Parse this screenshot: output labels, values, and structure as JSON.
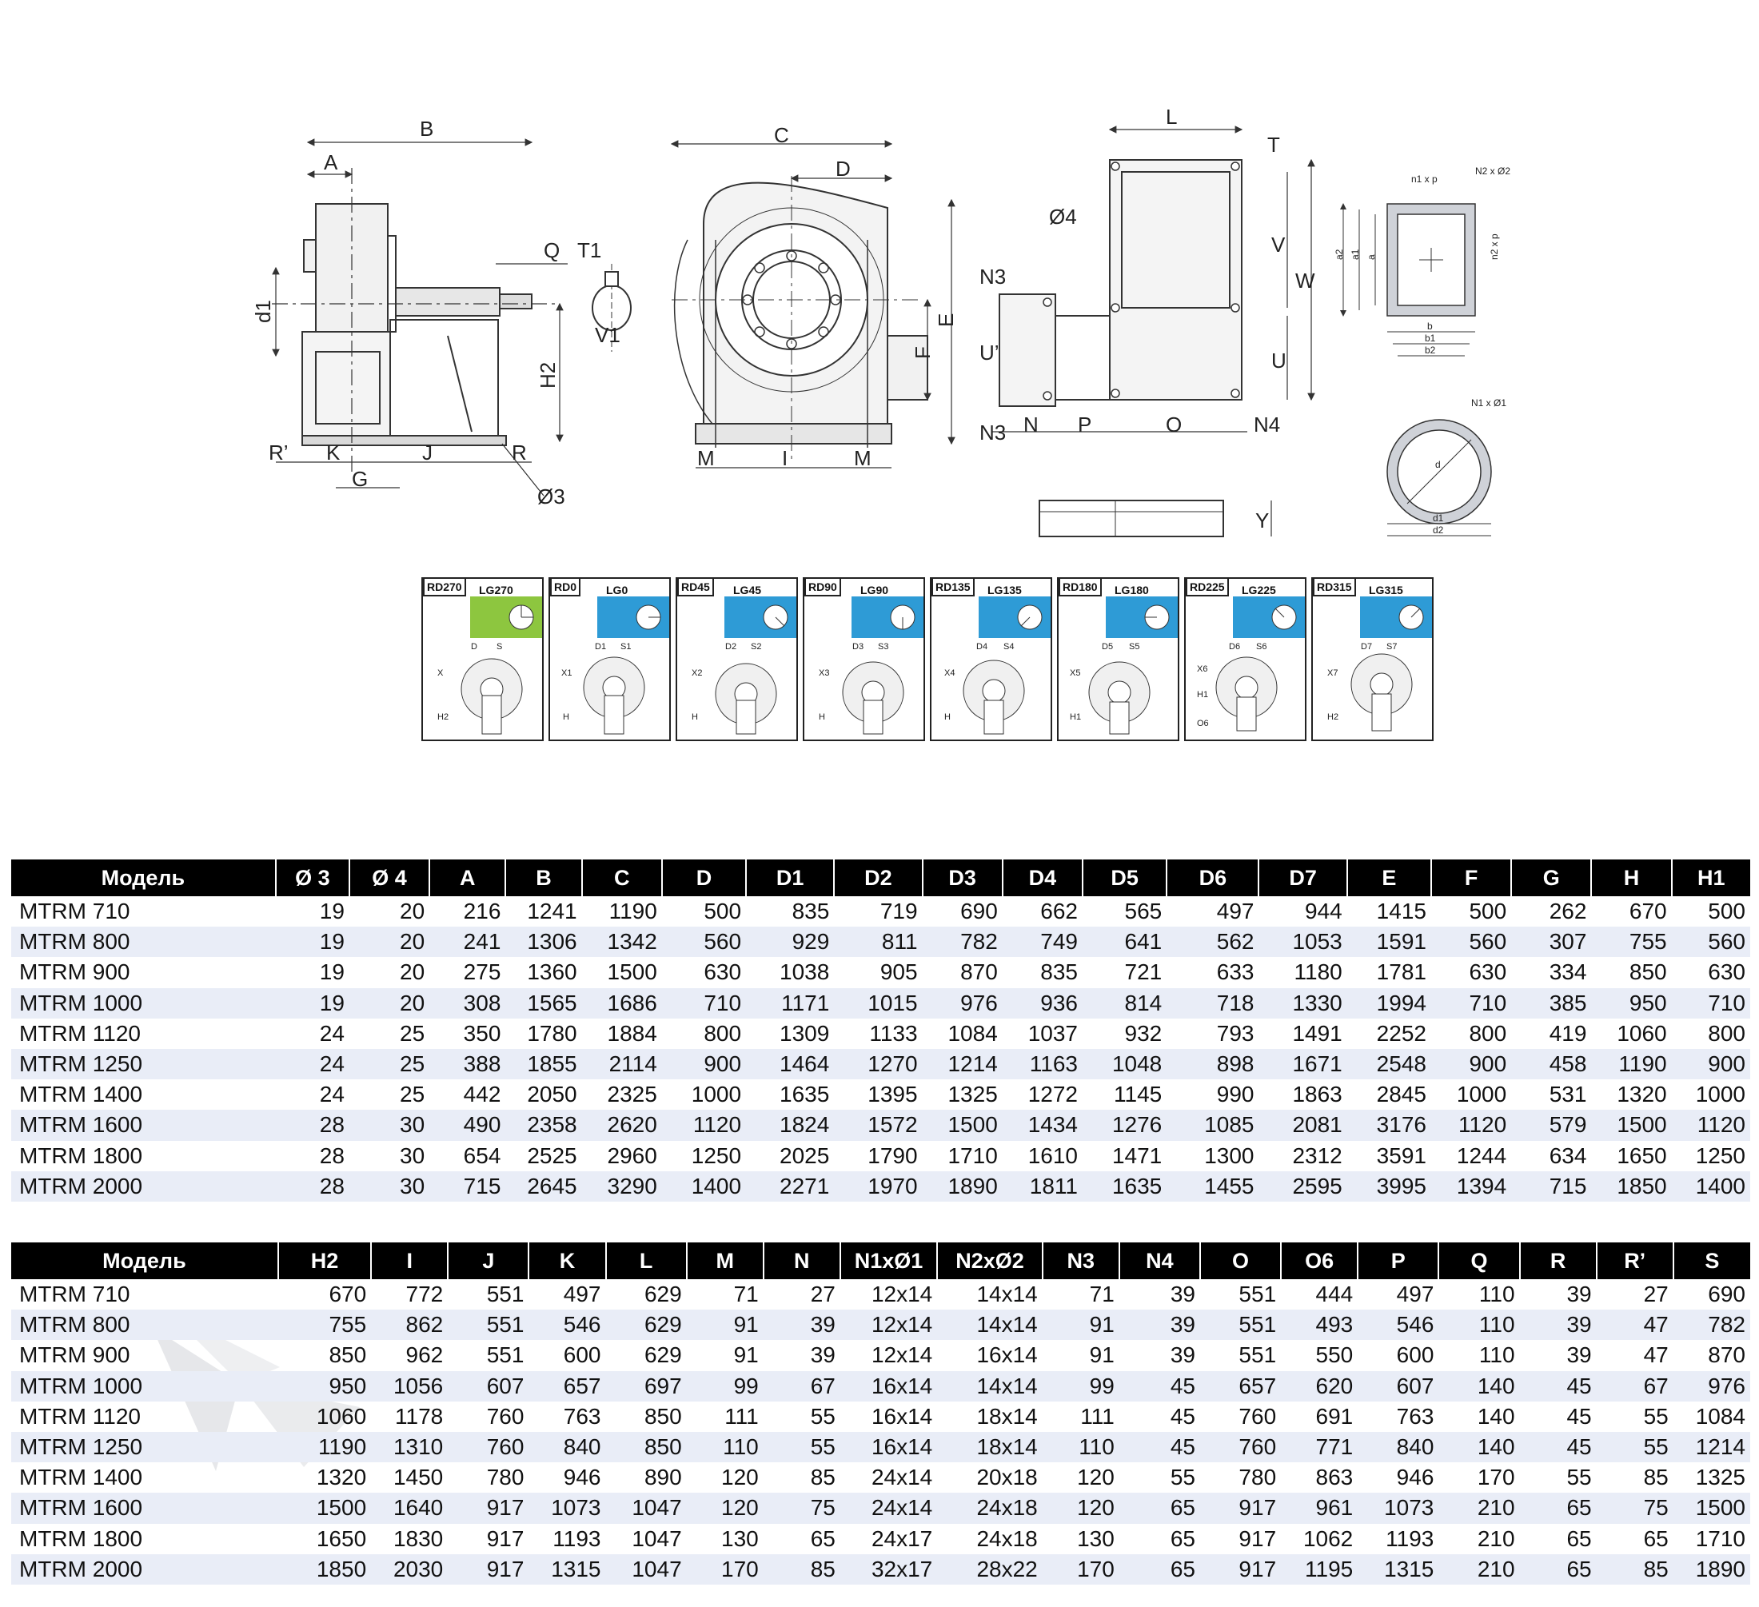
{
  "drawing_labels": {
    "side_view": [
      "B",
      "A",
      "Q",
      "T1",
      "d1",
      "H2",
      "V1",
      "R’",
      "K",
      "J",
      "R",
      "G",
      "Ø3"
    ],
    "front_view": [
      "C",
      "D",
      "E",
      "F",
      "M",
      "I",
      "M"
    ],
    "outlet_view": [
      "L",
      "T",
      "Ø4",
      "V",
      "W",
      "U",
      "N3",
      "U’",
      "N3",
      "N",
      "P",
      "O",
      "N4",
      "Y"
    ],
    "outlet_flange": [
      "n1 x p",
      "N2 x Ø2",
      "a2",
      "a1",
      "a",
      "n2 x p",
      "b",
      "b1",
      "b2"
    ],
    "inlet_flange": [
      "N1 x Ø1",
      "d",
      "d1",
      "d2"
    ]
  },
  "rotations": [
    {
      "rd": "RD270",
      "lg": "LG270",
      "band_color": "#8dc63f",
      "dims": [
        "D",
        "S",
        "X",
        "H2"
      ]
    },
    {
      "rd": "RD0",
      "lg": "LG0",
      "band_color": "#2e9bd6",
      "dims": [
        "D1",
        "S1",
        "X1",
        "H"
      ]
    },
    {
      "rd": "RD45",
      "lg": "LG45",
      "band_color": "#2e9bd6",
      "dims": [
        "D2",
        "S2",
        "X2",
        "H"
      ]
    },
    {
      "rd": "RD90",
      "lg": "LG90",
      "band_color": "#2e9bd6",
      "dims": [
        "D3",
        "S3",
        "X3",
        "H"
      ]
    },
    {
      "rd": "RD135",
      "lg": "LG135",
      "band_color": "#2e9bd6",
      "dims": [
        "D4",
        "S4",
        "X4",
        "H"
      ]
    },
    {
      "rd": "RD180",
      "lg": "LG180",
      "band_color": "#2e9bd6",
      "dims": [
        "D5",
        "S5",
        "X5",
        "H1"
      ]
    },
    {
      "rd": "RD225",
      "lg": "LG225",
      "band_color": "#2e9bd6",
      "dims": [
        "D6",
        "S6",
        "X6",
        "H1",
        "O6"
      ]
    },
    {
      "rd": "RD315",
      "lg": "LG315",
      "band_color": "#2e9bd6",
      "dims": [
        "D7",
        "S7",
        "X7",
        "H2"
      ]
    }
  ],
  "table1": {
    "headers": [
      "Модель",
      "Ø 3",
      "Ø 4",
      "A",
      "B",
      "C",
      "D",
      "D1",
      "D2",
      "D3",
      "D4",
      "D5",
      "D6",
      "D7",
      "E",
      "F",
      "G",
      "H",
      "H1"
    ],
    "rows": [
      [
        "MTRM 710",
        "19",
        "20",
        "216",
        "1241",
        "1190",
        "500",
        "835",
        "719",
        "690",
        "662",
        "565",
        "497",
        "944",
        "1415",
        "500",
        "262",
        "670",
        "500"
      ],
      [
        "MTRM 800",
        "19",
        "20",
        "241",
        "1306",
        "1342",
        "560",
        "929",
        "811",
        "782",
        "749",
        "641",
        "562",
        "1053",
        "1591",
        "560",
        "307",
        "755",
        "560"
      ],
      [
        "MTRM 900",
        "19",
        "20",
        "275",
        "1360",
        "1500",
        "630",
        "1038",
        "905",
        "870",
        "835",
        "721",
        "633",
        "1180",
        "1781",
        "630",
        "334",
        "850",
        "630"
      ],
      [
        "MTRM 1000",
        "19",
        "20",
        "308",
        "1565",
        "1686",
        "710",
        "1171",
        "1015",
        "976",
        "936",
        "814",
        "718",
        "1330",
        "1994",
        "710",
        "385",
        "950",
        "710"
      ],
      [
        "MTRM 1120",
        "24",
        "25",
        "350",
        "1780",
        "1884",
        "800",
        "1309",
        "1133",
        "1084",
        "1037",
        "932",
        "793",
        "1491",
        "2252",
        "800",
        "419",
        "1060",
        "800"
      ],
      [
        "MTRM 1250",
        "24",
        "25",
        "388",
        "1855",
        "2114",
        "900",
        "1464",
        "1270",
        "1214",
        "1163",
        "1048",
        "898",
        "1671",
        "2548",
        "900",
        "458",
        "1190",
        "900"
      ],
      [
        "MTRM 1400",
        "24",
        "25",
        "442",
        "2050",
        "2325",
        "1000",
        "1635",
        "1395",
        "1325",
        "1272",
        "1145",
        "990",
        "1863",
        "2845",
        "1000",
        "531",
        "1320",
        "1000"
      ],
      [
        "MTRM 1600",
        "28",
        "30",
        "490",
        "2358",
        "2620",
        "1120",
        "1824",
        "1572",
        "1500",
        "1434",
        "1276",
        "1085",
        "2081",
        "3176",
        "1120",
        "579",
        "1500",
        "1120"
      ],
      [
        "MTRM 1800",
        "28",
        "30",
        "654",
        "2525",
        "2960",
        "1250",
        "2025",
        "1790",
        "1710",
        "1610",
        "1471",
        "1300",
        "2312",
        "3591",
        "1244",
        "634",
        "1650",
        "1250"
      ],
      [
        "MTRM 2000",
        "28",
        "30",
        "715",
        "2645",
        "3290",
        "1400",
        "2271",
        "1970",
        "1890",
        "1811",
        "1635",
        "1455",
        "2595",
        "3995",
        "1394",
        "715",
        "1850",
        "1400"
      ]
    ]
  },
  "table2": {
    "headers": [
      "Модель",
      "H2",
      "I",
      "J",
      "K",
      "L",
      "M",
      "N",
      "N1xØ1",
      "N2xØ2",
      "N3",
      "N4",
      "O",
      "O6",
      "P",
      "Q",
      "R",
      "R’",
      "S"
    ],
    "rows": [
      [
        "MTRM 710",
        "670",
        "772",
        "551",
        "497",
        "629",
        "71",
        "27",
        "12x14",
        "14x14",
        "71",
        "39",
        "551",
        "444",
        "497",
        "110",
        "39",
        "27",
        "690"
      ],
      [
        "MTRM 800",
        "755",
        "862",
        "551",
        "546",
        "629",
        "91",
        "39",
        "12x14",
        "14x14",
        "91",
        "39",
        "551",
        "493",
        "546",
        "110",
        "39",
        "47",
        "782"
      ],
      [
        "MTRM 900",
        "850",
        "962",
        "551",
        "600",
        "629",
        "91",
        "39",
        "12x14",
        "16x14",
        "91",
        "39",
        "551",
        "550",
        "600",
        "110",
        "39",
        "47",
        "870"
      ],
      [
        "MTRM 1000",
        "950",
        "1056",
        "607",
        "657",
        "697",
        "99",
        "67",
        "16x14",
        "14x14",
        "99",
        "45",
        "657",
        "620",
        "607",
        "140",
        "45",
        "67",
        "976"
      ],
      [
        "MTRM 1120",
        "1060",
        "1178",
        "760",
        "763",
        "850",
        "111",
        "55",
        "16x14",
        "18x14",
        "111",
        "45",
        "760",
        "691",
        "763",
        "140",
        "45",
        "55",
        "1084"
      ],
      [
        "MTRM 1250",
        "1190",
        "1310",
        "760",
        "840",
        "850",
        "110",
        "55",
        "16x14",
        "18x14",
        "110",
        "45",
        "760",
        "771",
        "840",
        "140",
        "45",
        "55",
        "1214"
      ],
      [
        "MTRM 1400",
        "1320",
        "1450",
        "780",
        "946",
        "890",
        "120",
        "85",
        "24x14",
        "20x18",
        "120",
        "55",
        "780",
        "863",
        "946",
        "170",
        "55",
        "85",
        "1325"
      ],
      [
        "MTRM 1600",
        "1500",
        "1640",
        "917",
        "1073",
        "1047",
        "120",
        "75",
        "24x14",
        "24x18",
        "120",
        "65",
        "917",
        "961",
        "1073",
        "210",
        "65",
        "75",
        "1500"
      ],
      [
        "MTRM 1800",
        "1650",
        "1830",
        "917",
        "1193",
        "1047",
        "130",
        "65",
        "24x17",
        "24x18",
        "130",
        "65",
        "917",
        "1062",
        "1193",
        "210",
        "65",
        "65",
        "1710"
      ],
      [
        "MTRM 2000",
        "1850",
        "2030",
        "917",
        "1315",
        "1047",
        "170",
        "85",
        "32x17",
        "28x22",
        "170",
        "65",
        "917",
        "1195",
        "1315",
        "210",
        "65",
        "85",
        "1890"
      ]
    ]
  }
}
